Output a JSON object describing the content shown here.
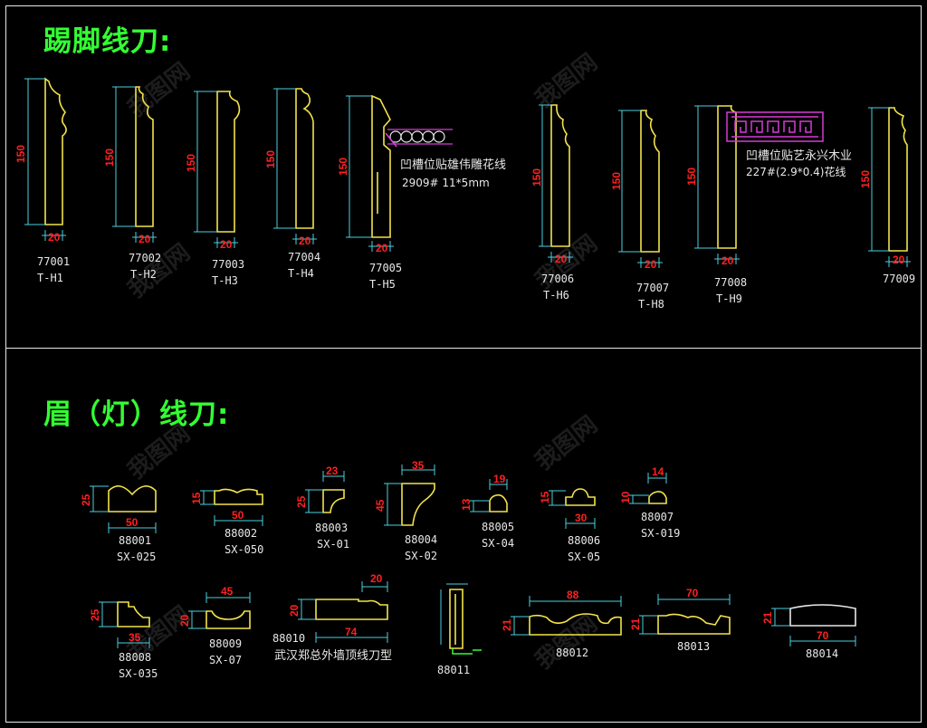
{
  "baseboard": {
    "title": "踢脚线刀:",
    "height_dim": "150",
    "width_dim": "20",
    "items": [
      {
        "code": "77001",
        "name": "T-H1"
      },
      {
        "code": "77002",
        "name": "T-H2"
      },
      {
        "code": "77003",
        "name": "T-H3"
      },
      {
        "code": "77004",
        "name": "T-H4"
      },
      {
        "code": "77005",
        "name": "T-H5"
      },
      {
        "code": "77006",
        "name": "T-H6"
      },
      {
        "code": "77007",
        "name": "T-H8"
      },
      {
        "code": "77008",
        "name": "T-H9"
      },
      {
        "code": "77009",
        "name": ""
      }
    ],
    "note1_line1": "凹槽位贴雄伟雕花线",
    "note1_line2": "2909# 11*5mm",
    "note2_line1": "凹槽位贴艺永兴木业",
    "note2_line2": "227#(2.9*0.4)花线"
  },
  "lintel": {
    "title": "眉（灯）线刀:",
    "items": [
      {
        "code": "88001",
        "name": "SX-025",
        "dim_w": "50",
        "dim_h": "25"
      },
      {
        "code": "88002",
        "name": "SX-050",
        "dim_w": "50",
        "dim_h": "15"
      },
      {
        "code": "88003",
        "name": "SX-01",
        "dim_w": "23",
        "dim_h": "25"
      },
      {
        "code": "88004",
        "name": "SX-02",
        "dim_w": "35",
        "dim_h": "45"
      },
      {
        "code": "88005",
        "name": "SX-04",
        "dim_w": "19",
        "dim_h": "13"
      },
      {
        "code": "88006",
        "name": "SX-05",
        "dim_w": "30",
        "dim_h": "15"
      },
      {
        "code": "88007",
        "name": "SX-019",
        "dim_w": "14",
        "dim_h": "10"
      },
      {
        "code": "88008",
        "name": "SX-035",
        "dim_w": "35",
        "dim_h": "25"
      },
      {
        "code": "88009",
        "name": "SX-07",
        "dim_w": "45",
        "dim_h": "20"
      },
      {
        "code": "88010",
        "name": "武汉郑总外墙顶线刀型",
        "dim_w": "74",
        "dim_h": "20",
        "dim_top": "20"
      },
      {
        "code": "88011",
        "name": ""
      },
      {
        "code": "88012",
        "name": "",
        "dim_w": "88",
        "dim_h": "21"
      },
      {
        "code": "88013",
        "name": "",
        "dim_w": "70",
        "dim_h": "21"
      },
      {
        "code": "88014",
        "name": "",
        "dim_w": "70",
        "dim_h": "21"
      }
    ]
  },
  "colors": {
    "background": "#000000",
    "title": "#33ff33",
    "profile": "#f2e34a",
    "dimension_line": "#4ad1e0",
    "dimension_text": "#ff2020",
    "pattern": "#d63cd6"
  }
}
